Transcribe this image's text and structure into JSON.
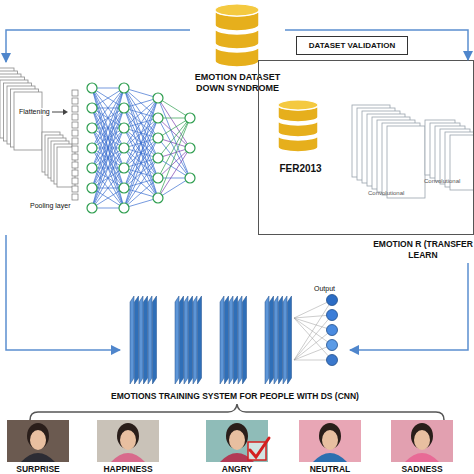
{
  "diagram": {
    "nodes": [
      {
        "text": [
          "EMOTION DATASET DOWN SYNDROME"
        ]
      },
      {
        "text": [
          "Flattening",
          "Pooling layer"
        ]
      },
      {
        "text": [
          "DATASET VALIDATION"
        ]
      },
      {
        "text": [
          "EMOTION R (TRANSFER LEARN"
        ]
      },
      {
        "text": [
          "FER2013"
        ],
        "in": 3
      },
      {
        "text": [
          "Output",
          "EMOTIONS TRAINING SYSTEM FOR PEOPLE WITH DS (CNN)"
        ]
      },
      {
        "text": [
          "SURPRISE"
        ]
      },
      {
        "text": [
          "HAPPINESS"
        ]
      },
      {
        "text": [
          "ANGRY"
        ]
      },
      {
        "text": [
          "NEUTRAL"
        ]
      },
      {
        "text": [
          "SADNESS"
        ]
      }
    ],
    "edges": [
      {
        "from": 0,
        "to": 1,
        "arrow": "to"
      },
      {
        "from": 0,
        "to": 3,
        "arrow": "to"
      },
      {
        "from": 1,
        "to": 5,
        "arrow": "to"
      },
      {
        "from": 3,
        "to": 5,
        "arrow": "to"
      }
    ],
    "labels": [
      "Convolutional",
      "Convolutional"
    ]
  }
}
